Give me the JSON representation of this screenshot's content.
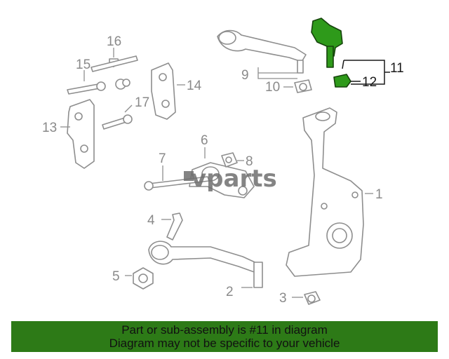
{
  "callouts": [
    "1",
    "2",
    "3",
    "4",
    "5",
    "6",
    "7",
    "8",
    "9",
    "10",
    "11",
    "12",
    "13",
    "14",
    "15",
    "16",
    "17"
  ],
  "highlight": {
    "part": "11",
    "color": "#2e9a1a"
  },
  "watermark": "vparts",
  "banner": {
    "line1": "Part or sub-assembly is #11 in diagram",
    "line2": "Diagram may not be specific to your vehicle",
    "color": "#2d7a17"
  }
}
